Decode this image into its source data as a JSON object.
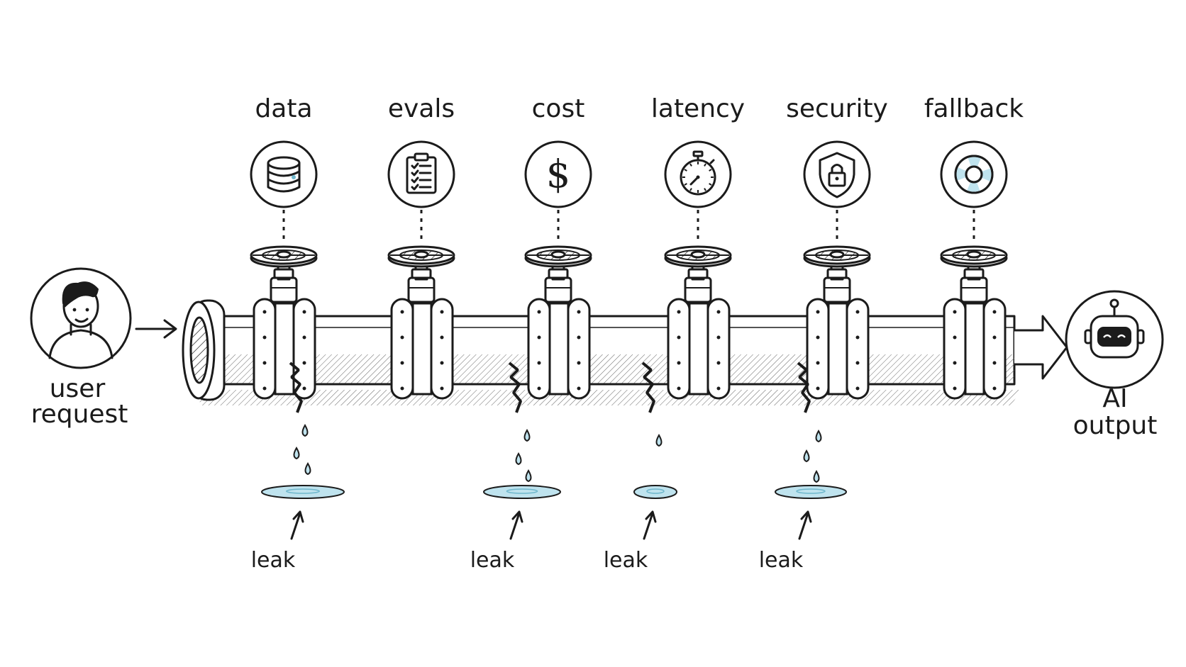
{
  "stages": [
    {
      "label": "data",
      "icon": "database-icon"
    },
    {
      "label": "evals",
      "icon": "clipboard-checklist-icon"
    },
    {
      "label": "cost",
      "icon": "dollar-icon"
    },
    {
      "label": "latency",
      "icon": "stopwatch-icon"
    },
    {
      "label": "security",
      "icon": "shield-lock-icon"
    },
    {
      "label": "fallback",
      "icon": "lifebuoy-icon"
    }
  ],
  "input": {
    "line1": "user",
    "line2": "request",
    "icon": "user-avatar-icon"
  },
  "output": {
    "line1": "AI",
    "line2": "output",
    "icon": "robot-icon"
  },
  "leaks": [
    {
      "label": "leak"
    },
    {
      "label": "leak"
    },
    {
      "label": "leak"
    },
    {
      "label": "leak"
    }
  ],
  "colors": {
    "ink": "#1b1b1b",
    "water": "#bfe3ee",
    "water_stroke": "#6fb7cc"
  }
}
